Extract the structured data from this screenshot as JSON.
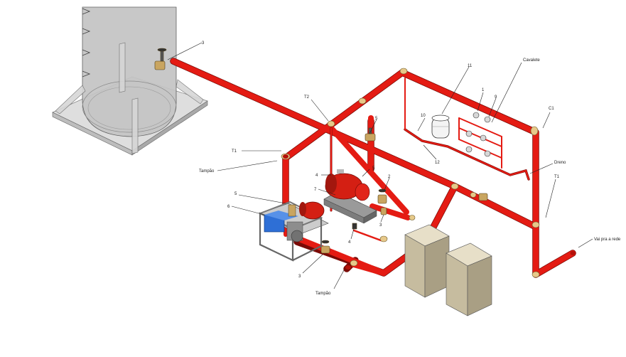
{
  "labels": {
    "tank_valve": "3",
    "t2": "T2",
    "t1_left": "T1",
    "tamplo_left": "Tampão",
    "top_valve": "5",
    "pump_upper_4": "4",
    "pump_upper_5": "5",
    "pump_upper_7": "7",
    "pump_upper_2": "2",
    "pump_lower_5": "5",
    "pump_lower_6": "6",
    "pump_lower_4": "4",
    "valve_3_right": "3",
    "valve_3_lower": "3",
    "tamplo_bottom": "Tampão",
    "accumulator_11": "11",
    "label_10": "10",
    "label_12": "12",
    "label_1": "1",
    "label_9": "9",
    "cavalete": "Cavalete",
    "c1": "C1",
    "dreno": "Dreno",
    "t1_right": "T1",
    "vai_pra_rede": "Vai pra a rede"
  },
  "colors": {
    "pipe": "#e41b13",
    "pipe_shadow": "#7a0a06",
    "fitting": "#e7c98a",
    "tank": "#c9c9c9",
    "panel": "#cfc6ae",
    "motor_blue": "#2e6fd6"
  }
}
